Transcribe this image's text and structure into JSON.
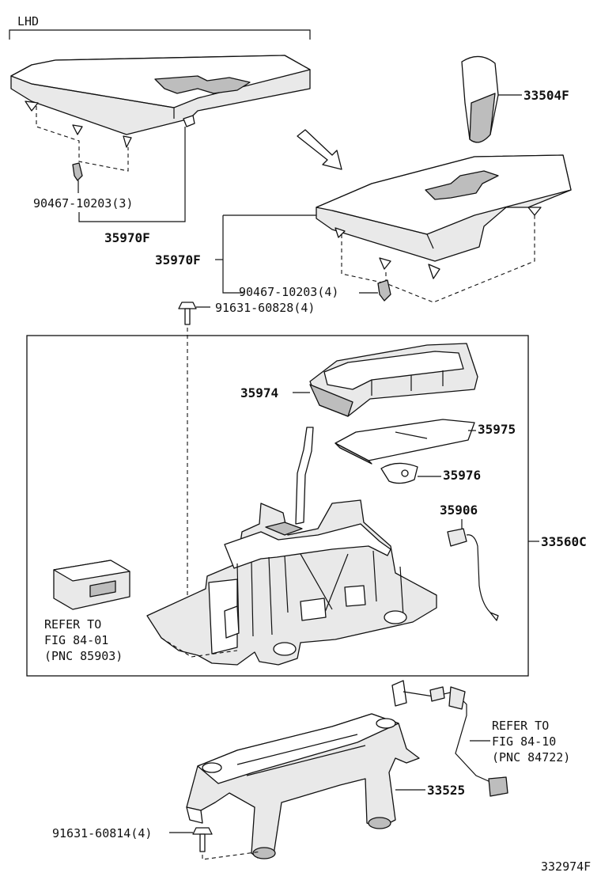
{
  "variant_label": "LHD",
  "parts": {
    "shift_knob": "33504F",
    "console_panel_lhd": "35970F",
    "console_panel_alt": "35970F",
    "clip_lhd": "90467-10203(3)",
    "clip_alt": "90467-10203(4)",
    "bolt_top": "91631-60828(4)",
    "indicator_housing": "35974",
    "position_plate": "35975",
    "slide_plate": "35976",
    "bulb": "35906",
    "shift_lever_assy": "33560C",
    "lever_bracket": "33525",
    "bolt_bottom": "91631-60814(4)"
  },
  "references": {
    "module_ref": [
      "REFER TO",
      "FIG 84-01",
      "(PNC 85903)"
    ],
    "harness_ref": [
      "REFER TO",
      "FIG 84-10",
      "(PNC 84722)"
    ]
  },
  "figure_code": "332974F"
}
